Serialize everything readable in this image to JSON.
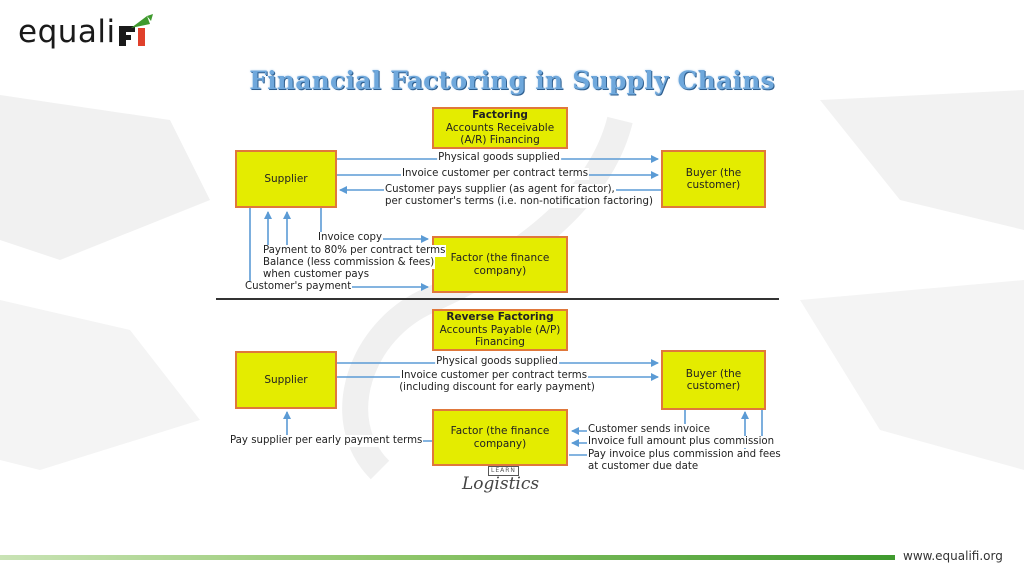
{
  "brand": {
    "logo_text": "equali",
    "website": "www.equalifi.org"
  },
  "title": "Financial Factoring in Supply Chains",
  "factoring": {
    "header": {
      "line1": "Factoring",
      "line2": "Accounts Receivable",
      "line3": "(A/R) Financing"
    },
    "supplier": "Supplier",
    "buyer": {
      "line1": "Buyer (the",
      "line2": "customer)"
    },
    "factor": {
      "line1": "Factor (the finance",
      "line2": "company)"
    },
    "flows": {
      "physical_goods": "Physical goods supplied",
      "invoice_customer": "Invoice customer per contract terms",
      "customer_pays_1": "Customer pays supplier (as agent for factor),",
      "customer_pays_2": "per customer's terms (i.e. non-notification factoring)",
      "invoice_copy": "Invoice copy",
      "payment_80": "Payment to 80% per contract terms",
      "balance_1": "Balance (less commission & fees)",
      "balance_2": "when customer pays",
      "customers_payment": "Customer's payment"
    }
  },
  "reverse": {
    "header": {
      "line1": "Reverse Factoring",
      "line2": "Accounts Payable (A/P)",
      "line3": "Financing"
    },
    "supplier": "Supplier",
    "buyer": {
      "line1": "Buyer (the",
      "line2": "customer)"
    },
    "factor": {
      "line1": "Factor (the finance",
      "line2": "company)"
    },
    "flows": {
      "physical_goods": "Physical goods supplied",
      "invoice_customer_1": "Invoice customer per contract terms",
      "invoice_customer_2": "(including discount for early payment)",
      "pay_supplier": "Pay supplier per early payment terms",
      "customer_sends": "Customer sends invoice",
      "invoice_full": "Invoice full amount plus commission",
      "pay_invoice_1": "Pay invoice plus commission and fees",
      "pay_invoice_2": "at customer due date"
    }
  },
  "source_logo": {
    "top": "LEARN",
    "main": "Logistics"
  },
  "colors": {
    "box_fill": "#e4ec00",
    "box_border": "#e0783b",
    "arrow": "#5b9bd5",
    "title": "#6fa8dc",
    "footer_green": "#3f9a2e"
  }
}
